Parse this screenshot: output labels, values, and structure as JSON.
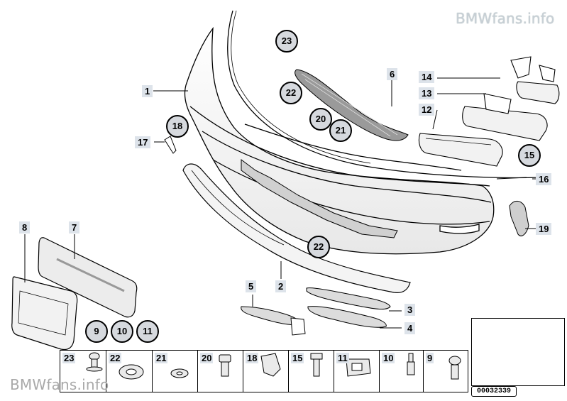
{
  "watermark_top": "BMWfans.info",
  "watermark_bottom": "BMWfans.info",
  "diagram_code": "00032339",
  "callouts": {
    "c1": "1",
    "c2": "2",
    "c3": "3",
    "c4": "4",
    "c5": "5",
    "c6": "6",
    "c7": "7",
    "c8": "8",
    "c9": "9",
    "c10": "10",
    "c11": "11",
    "c12": "12",
    "c13": "13",
    "c14": "14",
    "c15": "15",
    "c16": "16",
    "c17": "17",
    "c18": "18",
    "c19": "19",
    "c20": "20",
    "c21": "21",
    "c22a": "22",
    "c22b": "22",
    "c23": "23"
  },
  "legend_row": [
    "9",
    "10",
    "11"
  ],
  "fastener_strip": [
    "23",
    "22",
    "21",
    "20",
    "18",
    "15",
    "11",
    "10",
    "9"
  ]
}
